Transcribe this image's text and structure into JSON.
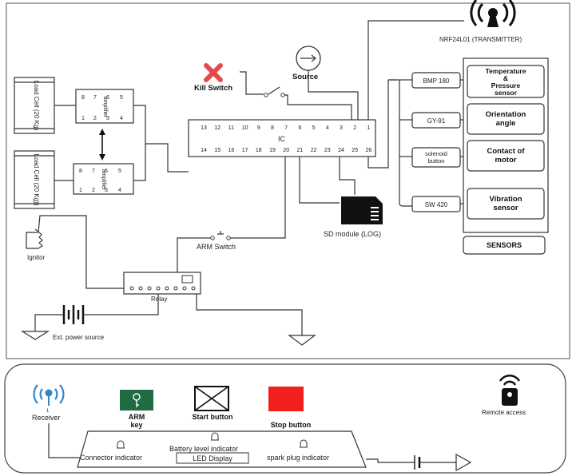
{
  "top": {
    "transmitter_label": "NRF24L01 (TRANSMITTER)",
    "kill_switch_label": "Kill Switch",
    "source_label": "Source",
    "load_cell_1": "Load Cell (20 Kg)",
    "load_cell_2": "Load Cell (20 Kg))",
    "amplifier_label": "amplifier",
    "amp_pins_top": [
      "8",
      "7",
      "6",
      "5"
    ],
    "amp_pins_bottom": [
      "1",
      "2",
      "3",
      "4"
    ],
    "ic_label": "IC",
    "ic_pins_top": [
      "13",
      "12",
      "11",
      "10",
      "9",
      "8",
      "7",
      "6",
      "5",
      "4",
      "3",
      "2",
      "1"
    ],
    "ic_pins_bottom": [
      "14",
      "15",
      "16",
      "17",
      "18",
      "19",
      "20",
      "21",
      "22",
      "23",
      "24",
      "25",
      "26"
    ],
    "sd_label": "SD module (LOG)",
    "arm_switch_label": "ARM Switch",
    "ignitor_label": "Ignitor",
    "relay_label": "Relay",
    "power_label": "Ext. power source",
    "sensor_chips": [
      "BMP 180",
      "GY-91",
      "solenoid button",
      "SW 420"
    ],
    "sensor_names": [
      "Temperature & Pressure sensor",
      "Orientation angle",
      "Contact of motor",
      "Vibration sensor"
    ],
    "sensors_title": "SENSORS"
  },
  "remote": {
    "receiver_label": "Receiver",
    "receiver_mark": "1",
    "arm_key_label": "ARM key",
    "start_label": "Start button",
    "stop_label": "Stop button",
    "remote_access_label": "Remote access",
    "connector_label": "Connector indicator",
    "battery_label": "Battery level indicator",
    "led_display_label": "LED Display",
    "spark_label": "spark plug indicator"
  },
  "colors": {
    "kill_x": "#e24b4b",
    "arm_key_bg": "#1f6b42",
    "stop_bg": "#f21f1f",
    "receiver_icon": "#2f86c8"
  }
}
